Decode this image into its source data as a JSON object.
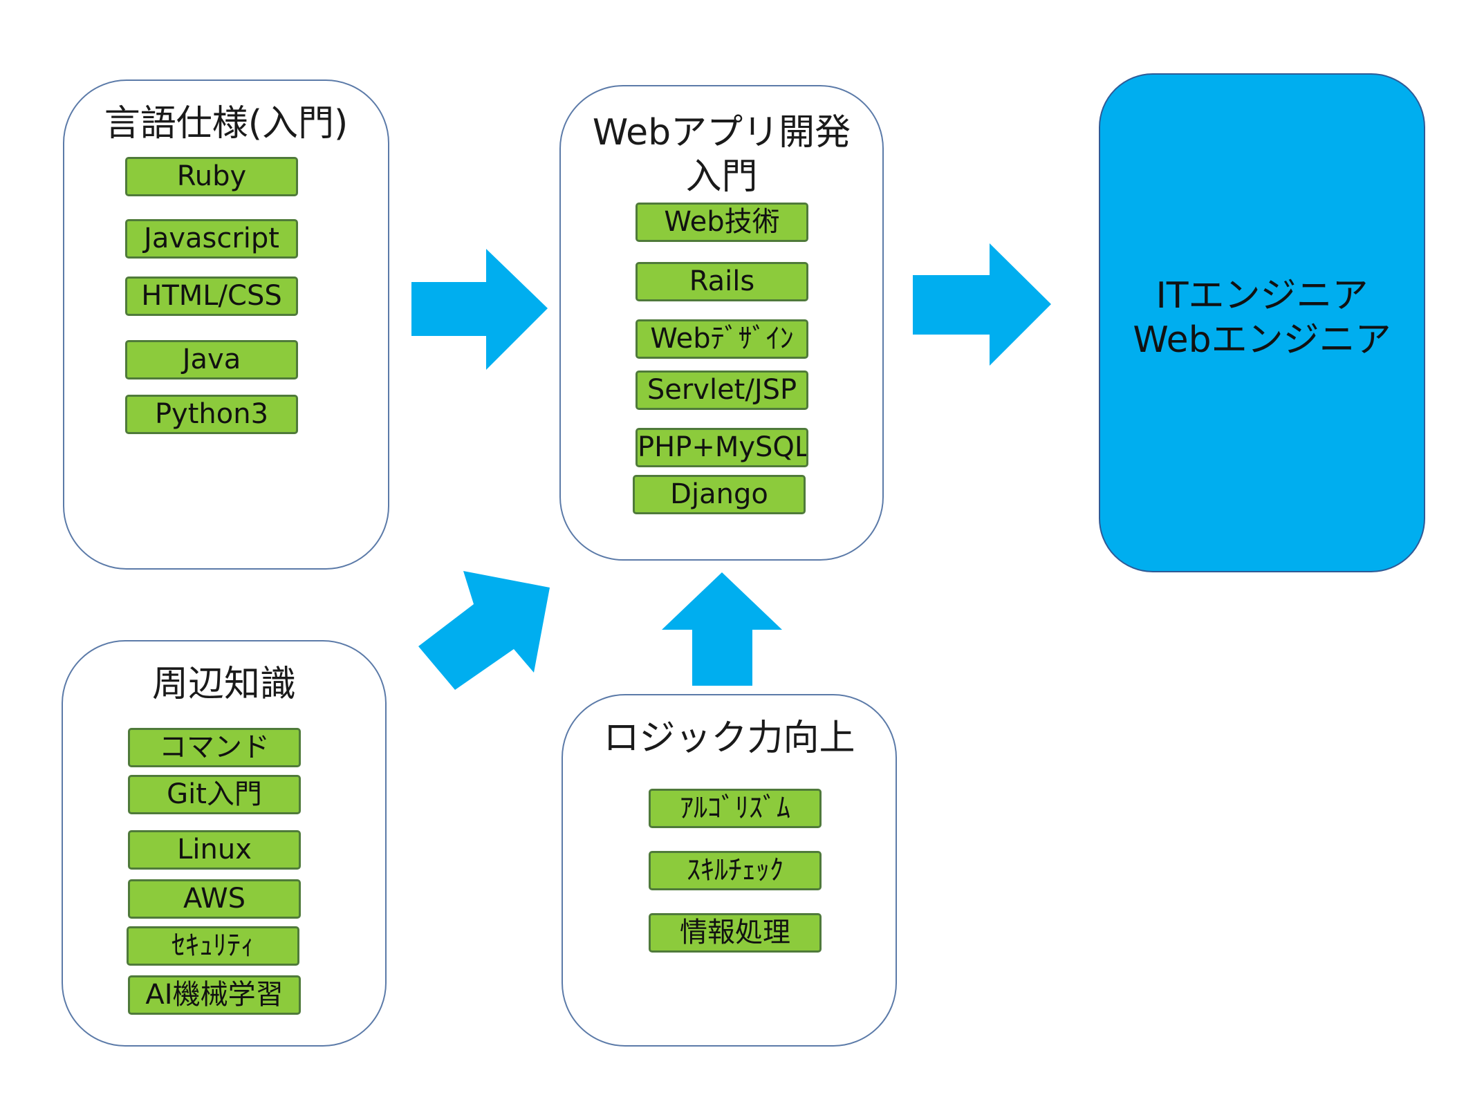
{
  "colors": {
    "chip_fill": "#8ccb3c",
    "chip_border": "#4f7a3a",
    "panel_border": "#5b7aa8",
    "goal_fill": "#00aeef",
    "arrow_fill": "#00aeef"
  },
  "language_basics": {
    "title": "言語仕様(入門)",
    "items": [
      "Ruby",
      "Javascript",
      "HTML/CSS",
      "Java",
      "Python3"
    ]
  },
  "web_dev": {
    "title": "Webアプリ開発\n入門",
    "items": [
      "Web技術",
      "Rails",
      "Webﾃﾞｻﾞｲﾝ",
      "Servlet/JSP",
      "PHP+MySQL",
      "Django"
    ]
  },
  "goal": {
    "text": "ITエンジニア\nWebエンジニア"
  },
  "peripheral": {
    "title": "周辺知識",
    "items": [
      "コマンド",
      "Git入門",
      "Linux",
      "AWS",
      "ｾｷｭﾘﾃｨ",
      "AI機械学習"
    ]
  },
  "logic": {
    "title": "ロジック力向上",
    "items": [
      "ｱﾙｺﾞﾘｽﾞﾑ",
      "ｽｷﾙﾁｪｯｸ",
      "情報処理"
    ]
  }
}
